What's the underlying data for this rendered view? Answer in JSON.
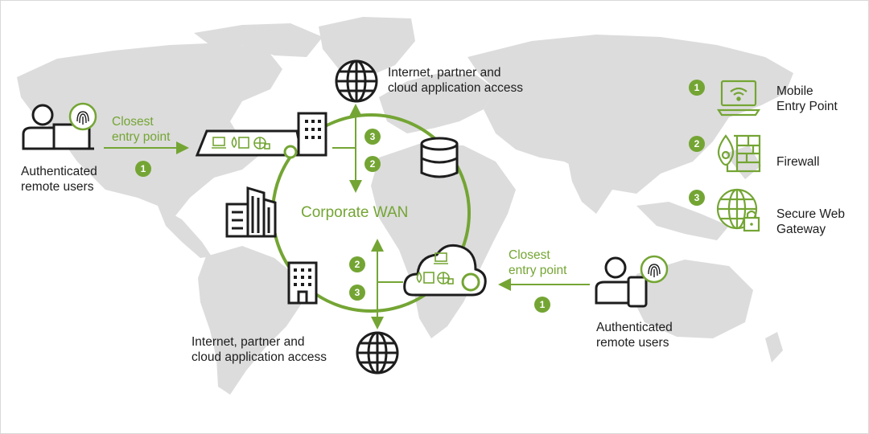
{
  "diagram": {
    "center_label": "Corporate WAN",
    "left_user": {
      "label_line1": "Authenticated",
      "label_line2": "remote users",
      "entry_line1": "Closest",
      "entry_line2": "entry point",
      "step": "1"
    },
    "right_user": {
      "label_line1": "Authenticated",
      "label_line2": "remote users",
      "entry_line1": "Closest",
      "entry_line2": "entry point",
      "step": "1"
    },
    "internet_top": {
      "line1": "Internet, partner and",
      "line2": "cloud application access"
    },
    "internet_bottom": {
      "line1": "Internet, partner and",
      "line2": "cloud application access"
    },
    "top_steps": [
      "3",
      "2"
    ],
    "bottom_steps": [
      "2",
      "3"
    ]
  },
  "legend": [
    {
      "num": "1",
      "line1": "Mobile",
      "line2": "Entry Point",
      "icon": "laptop-wifi-icon"
    },
    {
      "num": "2",
      "line1": "Firewall",
      "line2": "",
      "icon": "firewall-icon"
    },
    {
      "num": "3",
      "line1": "Secure Web",
      "line2": "Gateway",
      "icon": "secure-web-gateway-icon"
    }
  ],
  "colors": {
    "accent": "#74a534",
    "map": "#dcdcdc",
    "ink": "#1d1d1d"
  }
}
